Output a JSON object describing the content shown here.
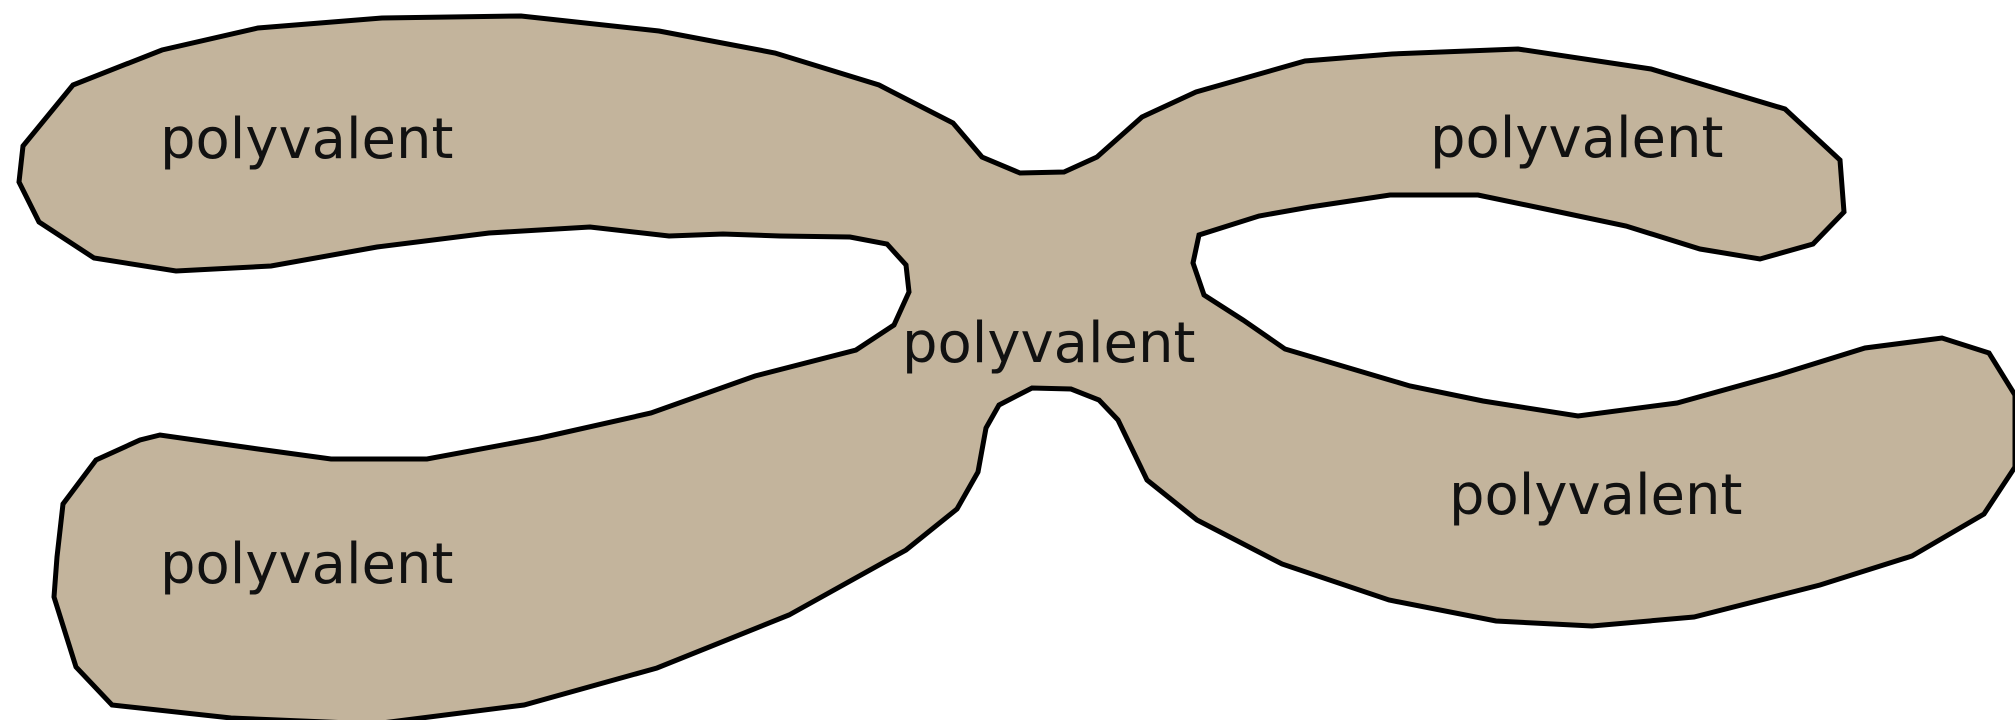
{
  "diagram": {
    "fill_color": "#c3b49c",
    "stroke_color": "#000000",
    "labels": {
      "upper_left_arm": "polyvalent",
      "upper_right_arm": "polyvalent",
      "center": "polyvalent",
      "lower_left_arm": "polyvalent",
      "lower_right_arm": "polyvalent"
    }
  }
}
